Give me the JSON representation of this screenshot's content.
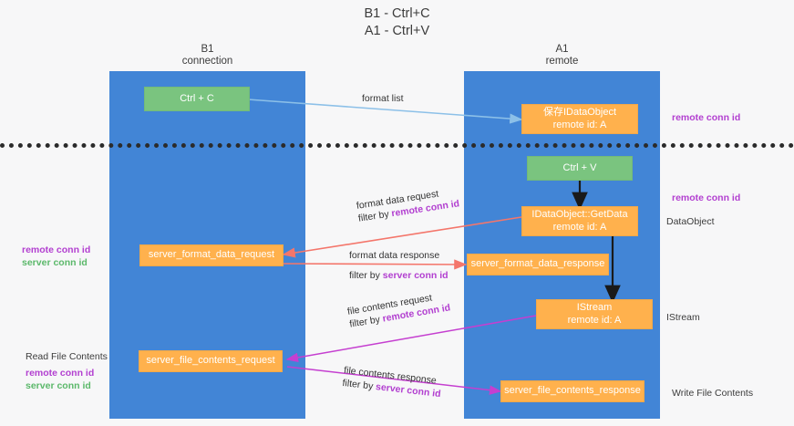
{
  "title": {
    "line1": "B1 - Ctrl+C",
    "line2": "A1 - Ctrl+V"
  },
  "lanes": [
    {
      "name": "B1",
      "sub": "connection"
    },
    {
      "name": "A1",
      "sub": "remote"
    }
  ],
  "nodes": {
    "ctrl_c": "Ctrl + C",
    "ctrl_v": "Ctrl + V",
    "store_idataobject_l1": "保存IDataObject",
    "store_idataobject_l2": "remote id: A",
    "getdata_l1": "IDataObject::GetData",
    "getdata_l2": "remote id: A",
    "istream_l1": "IStream",
    "istream_l2": "remote id: A",
    "server_format_data_request": "server_format_data_request",
    "server_format_data_response": "server_format_data_response",
    "server_file_contents_request": "server_file_contents_request",
    "server_file_contents_response": "server_file_contents_response"
  },
  "edges": {
    "format_list": "format list",
    "format_data_request": "format data request",
    "format_data_request_filter_prefix": "filter by ",
    "format_data_request_filter_key": "remote conn id",
    "format_data_response": "format data response",
    "format_data_response_filter_prefix": "filter by ",
    "format_data_response_filter_key": "server conn id",
    "file_contents_request": "file contents request",
    "file_contents_request_filter_prefix": "filter by ",
    "file_contents_request_filter_key": "remote conn id",
    "file_contents_response": "file contents response",
    "file_contents_response_filter_prefix": "filter by ",
    "file_contents_response_filter_key": "server conn id"
  },
  "annotations": {
    "right_remote_conn_id_top": "remote conn id",
    "right_remote_conn_id_mid": "remote conn id",
    "right_dataobject": "DataObject",
    "right_istream": "IStream",
    "right_write_file_contents": "Write File Contents",
    "left_remote_conn_id_mid": "remote conn id",
    "left_server_conn_id_mid": "server conn id",
    "left_read_file_contents": "Read File Contents",
    "left_remote_conn_id_bot": "remote conn id",
    "left_server_conn_id_bot": "server conn id"
  },
  "colors": {
    "lane": "#4285d6",
    "green_node": "#7ac47f",
    "orange_node": "#ffb14d",
    "remote_key": "#b23fd0",
    "server_key": "#5bb86a",
    "arrow_blue": "#8cc0e8",
    "arrow_red": "#f4766b",
    "arrow_magenta": "#c53fd0",
    "arrow_black": "#1a1a1a",
    "divider": "#2b2b2b"
  }
}
